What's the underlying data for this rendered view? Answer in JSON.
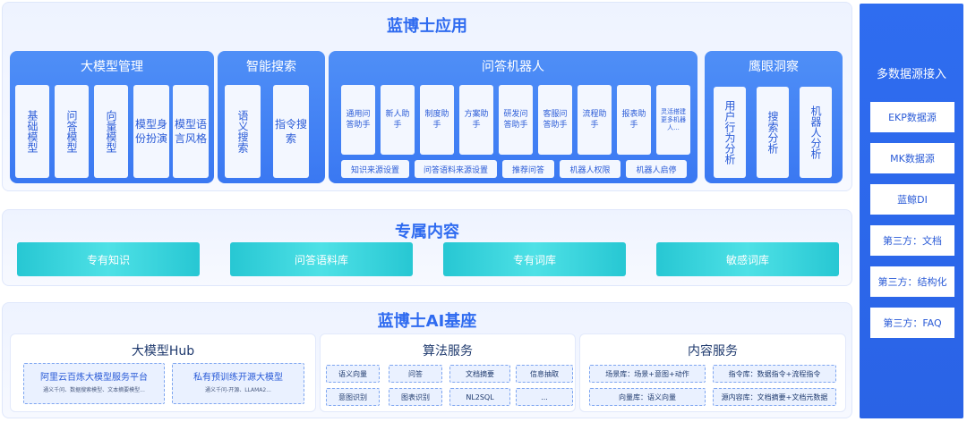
{
  "app_title": "蓝博士应用",
  "model_mgmt": {
    "title": "大模型管理",
    "items": [
      "基础模型",
      "问答模型",
      "向量模型",
      "模型身份扮演",
      "模型语言风格"
    ]
  },
  "smart_search": {
    "title": "智能搜索",
    "items": [
      "语义搜索",
      "指令搜索"
    ]
  },
  "qa_robot": {
    "title": "问答机器人",
    "items": [
      "通用问答助手",
      "新人助手",
      "制度助手",
      "方案助手",
      "研发问答助手",
      "客服问答助手",
      "流程助手",
      "报表助手",
      "灵活搭建更多机器人..."
    ],
    "settings": [
      "知识来源设置",
      "问答语料来源设置",
      "推荐问答",
      "机器人权限",
      "机器人启停"
    ]
  },
  "eagle_eye": {
    "title": "鹰眼洞察",
    "items": [
      "用户行为分析",
      "搜索分析",
      "机器人分析"
    ]
  },
  "exclusive": {
    "title": "专属内容",
    "items": [
      "专有知识",
      "问答语料库",
      "专有词库",
      "敏感词库"
    ]
  },
  "ai_base": {
    "title": "蓝博士AI基座",
    "hub": {
      "title": "大模型Hub",
      "cards": [
        {
          "title": "阿里云百炼大模型服务平台",
          "sub": "通义千问、数据搜索模型、文本摘要模型..."
        },
        {
          "title": "私有预训练开源大模型",
          "sub": "通义千问-开源、LLAMA2..."
        }
      ]
    },
    "algo": {
      "title": "算法服务",
      "items": [
        "语义向量",
        "问答",
        "文档摘要",
        "信息抽取",
        "意图识别",
        "图表识别",
        "NL2SQL",
        "..."
      ]
    },
    "content": {
      "title": "内容服务",
      "items": [
        "场景库：场景+意图+动作",
        "指令库：数据指令+流程指令",
        "向量库：语义向量",
        "源内容库：文档摘要+文档元数据"
      ]
    }
  },
  "data_sources": {
    "title": "多数据源接入",
    "items": [
      "EKP数据源",
      "MK数据源",
      "蓝鲸DI",
      "第三方：文档",
      "第三方：结构化",
      "第三方：FAQ"
    ]
  }
}
